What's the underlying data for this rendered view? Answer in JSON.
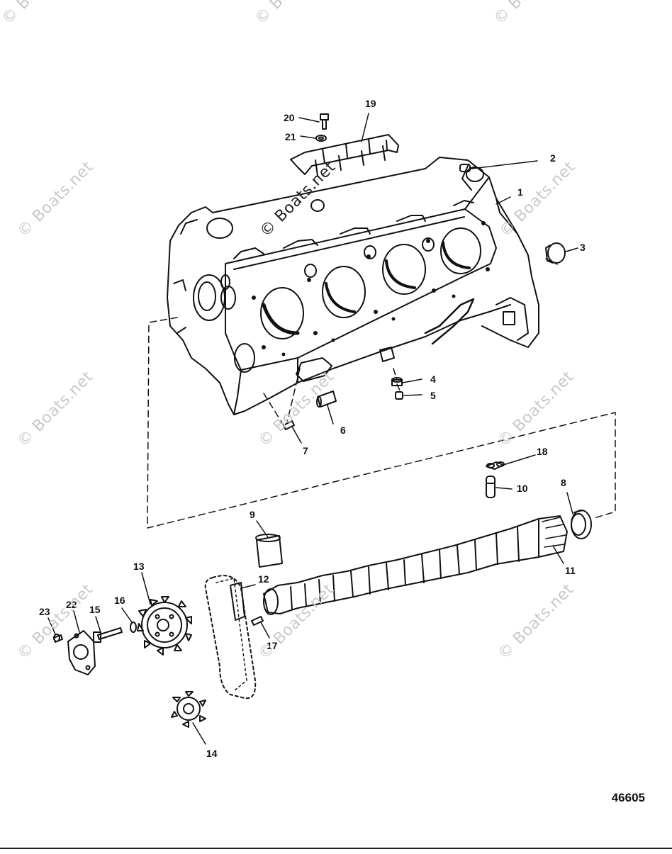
{
  "diagram": {
    "figure_number": "46605",
    "watermark_text": "© Boats.net",
    "callouts": [
      "1",
      "2",
      "3",
      "4",
      "5",
      "6",
      "7",
      "8",
      "9",
      "10",
      "11",
      "12",
      "13",
      "14",
      "15",
      "16",
      "17",
      "18",
      "19",
      "20",
      "21",
      "22",
      "23"
    ],
    "line_color": "#111111",
    "watermark_color": "#c9c9c9"
  }
}
